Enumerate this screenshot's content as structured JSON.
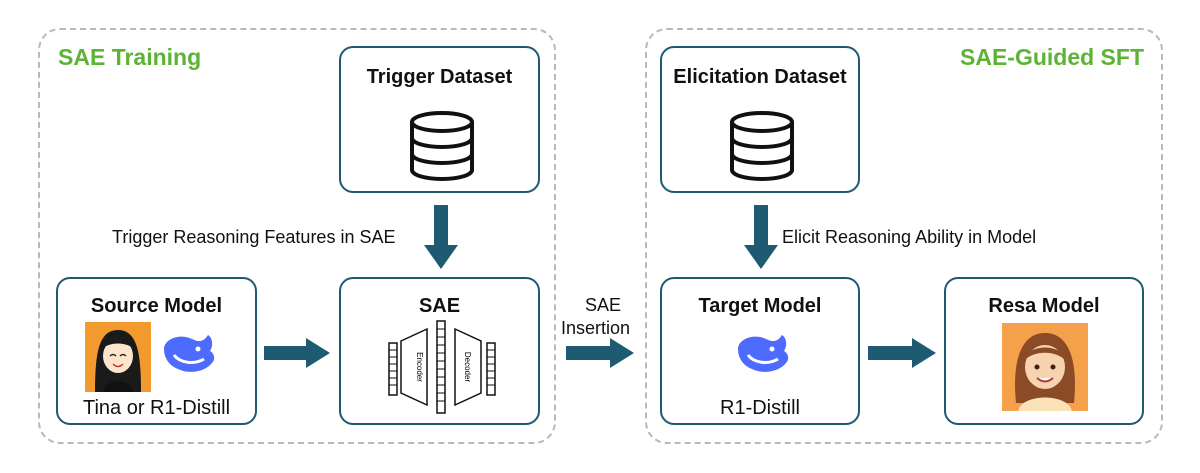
{
  "left_panel": {
    "title": "SAE Training",
    "trigger_dataset": {
      "title": "Trigger Dataset",
      "icon": "database-icon"
    },
    "trigger_caption": "Trigger Reasoning Features in SAE",
    "source_model": {
      "title": "Source Model",
      "subtitle": "Tina or R1-Distill",
      "icons": [
        "tina-avatar",
        "deepseek-whale-icon"
      ]
    },
    "sae": {
      "title": "SAE",
      "encoder_label": "Encoder",
      "decoder_label": "Decoder"
    }
  },
  "insertion_caption": [
    "SAE",
    "Insertion"
  ],
  "right_panel": {
    "title": "SAE-Guided SFT",
    "elicitation_dataset": {
      "title": "Elicitation Dataset",
      "icon": "database-icon"
    },
    "elicit_caption": "Elicit Reasoning Ability in Model",
    "target_model": {
      "title": "Target Model",
      "subtitle": "R1-Distill",
      "icon": "deepseek-whale-icon"
    },
    "resa_model": {
      "title": "Resa Model",
      "icon": "resa-avatar"
    }
  },
  "colors": {
    "accent_green": "#5db335",
    "box_border": "#1f5a73",
    "arrow": "#1f5a73",
    "whale": "#4d6bfe",
    "dashed": "#b9b9b9"
  }
}
